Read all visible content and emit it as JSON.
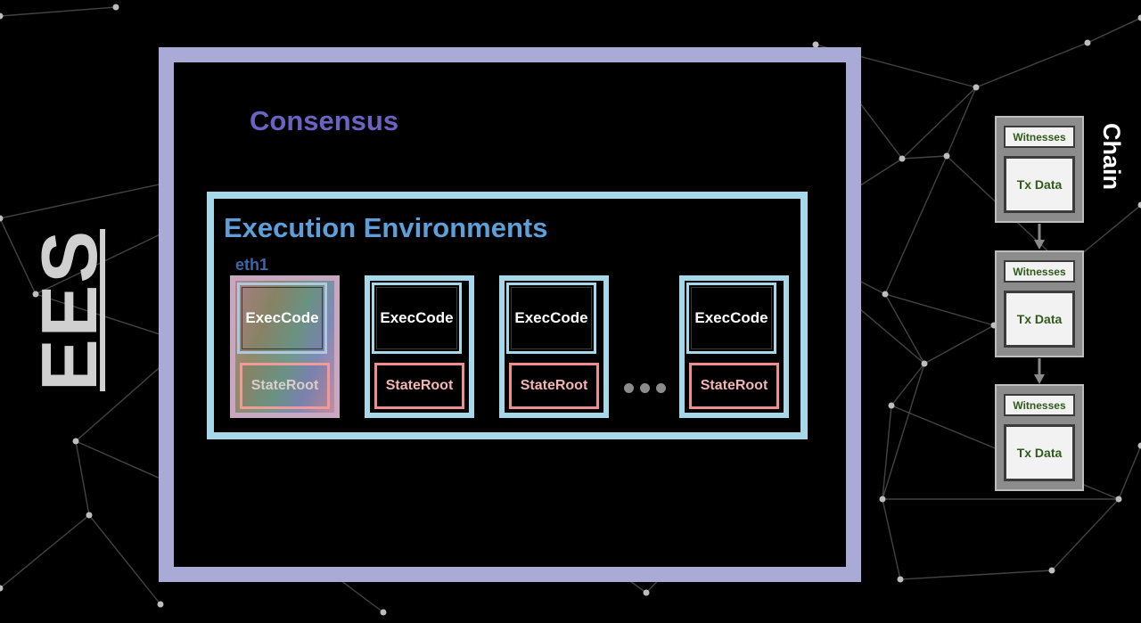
{
  "side_title": "EES",
  "consensus": {
    "title": "Consensus"
  },
  "execution_environments": {
    "title": "Execution Environments",
    "first_env_label": "eth1",
    "environments": [
      {
        "code_label": "ExecCode",
        "state_label": "StateRoot"
      },
      {
        "code_label": "ExecCode",
        "state_label": "StateRoot"
      },
      {
        "code_label": "ExecCode",
        "state_label": "StateRoot"
      },
      {
        "code_label": "ExecCode",
        "state_label": "StateRoot"
      }
    ]
  },
  "chain": {
    "title": "Chain",
    "blocks": [
      {
        "witnesses": "Witnesses",
        "tx_data": "Tx Data"
      },
      {
        "witnesses": "Witnesses",
        "tx_data": "Tx Data"
      },
      {
        "witnesses": "Witnesses",
        "tx_data": "Tx Data"
      }
    ]
  },
  "colors": {
    "consensus_border": "#a9abd6",
    "consensus_text": "#6b63c4",
    "ee_border": "#a7d8ea",
    "ee_text": "#5d9fd8",
    "state_border": "#f08d8d",
    "block_fill": "#8c8c8c"
  }
}
